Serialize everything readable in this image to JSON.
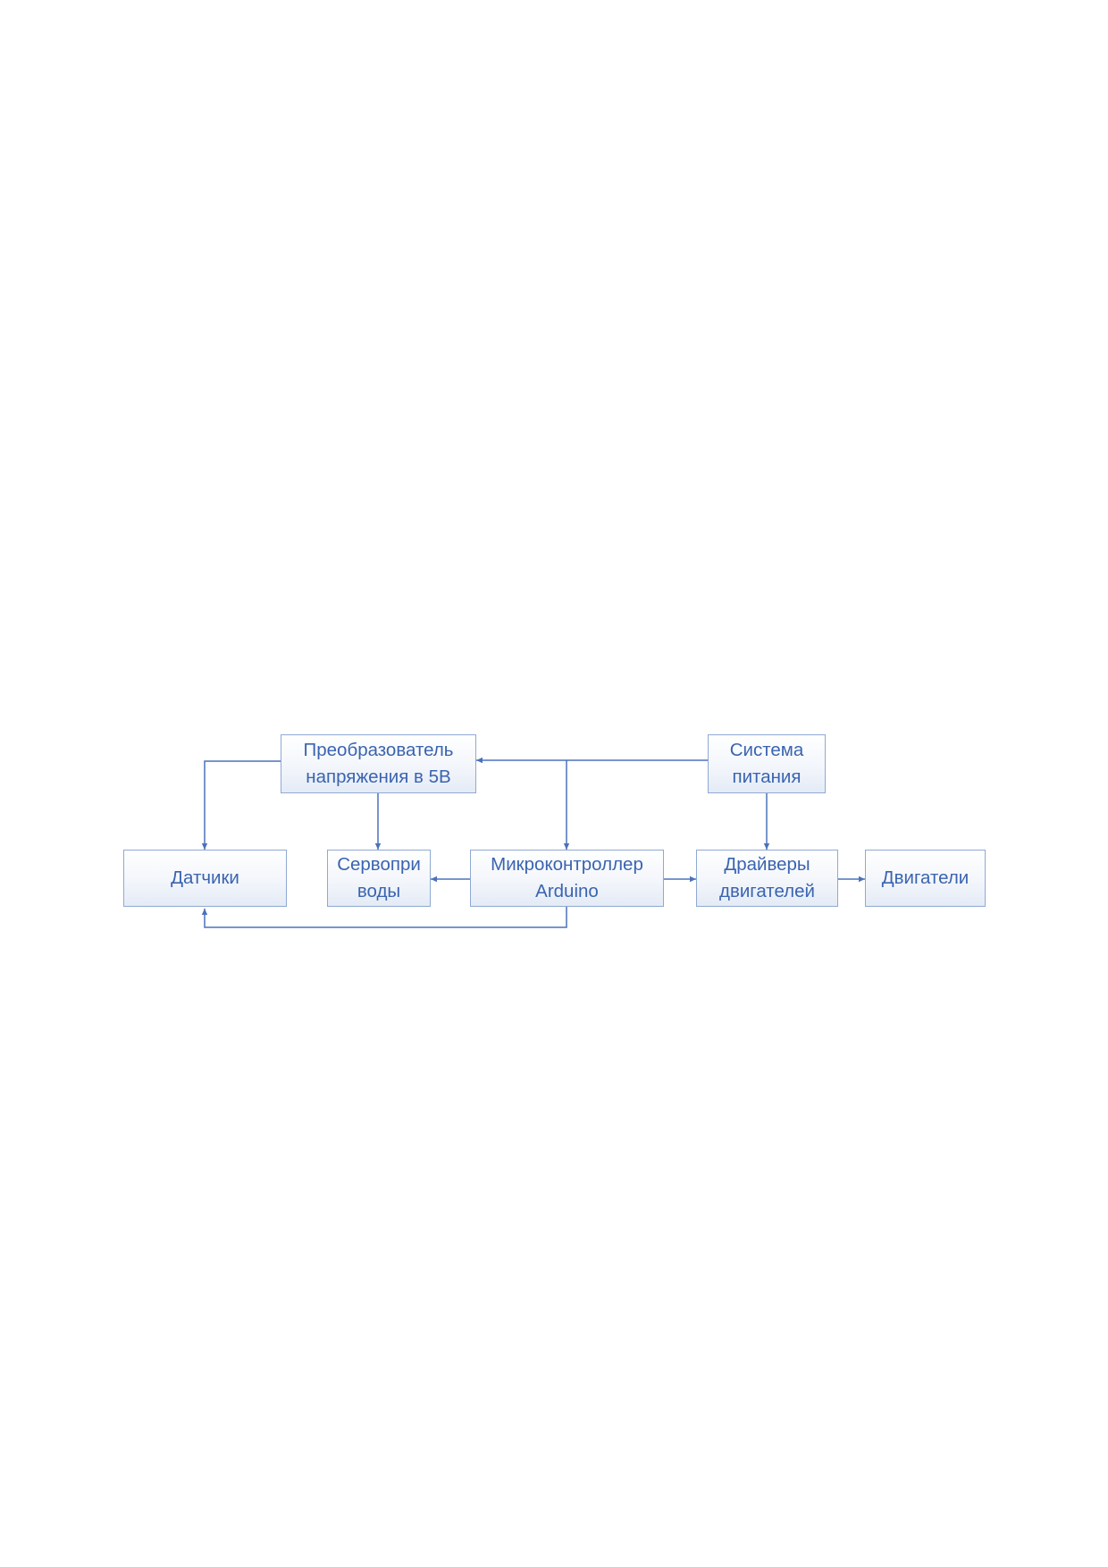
{
  "diagram": {
    "blocks": {
      "converter": "Преобразователь\nнапряжения в 5В",
      "power": "Система\nпитания",
      "sensors": "Датчики",
      "servos": "Сервопри\nводы",
      "mcu": "Микроконтроллер\nArduino",
      "drivers": "Драйверы\nдвигателей",
      "motors": "Двигатели"
    },
    "connections": [
      {
        "from": "power",
        "to": "converter"
      },
      {
        "from": "power",
        "to": "mcu"
      },
      {
        "from": "power",
        "to": "drivers"
      },
      {
        "from": "converter",
        "to": "sensors"
      },
      {
        "from": "converter",
        "to": "servos"
      },
      {
        "from": "mcu",
        "to": "servos"
      },
      {
        "from": "mcu",
        "to": "drivers"
      },
      {
        "from": "mcu",
        "to": "sensors"
      },
      {
        "from": "drivers",
        "to": "motors"
      }
    ],
    "colors": {
      "border": "#8fa9d3",
      "text": "#3a64b0",
      "line": "#4a72bb"
    }
  }
}
